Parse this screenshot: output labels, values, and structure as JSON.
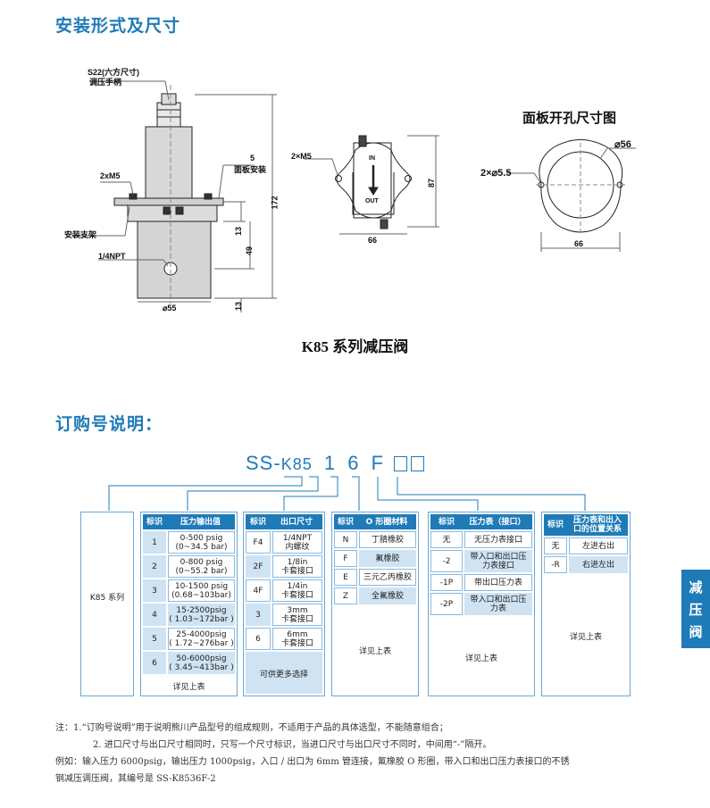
{
  "section1_title": "安装形式及尺寸",
  "section2_title": "订购号说明：",
  "drawing": {
    "s22": "S22(六方尺寸)",
    "handle": "调压手柄",
    "m5_left": "2xM5",
    "panel_mount_5": "5",
    "panel_mount": "面板安装",
    "bracket": "安装支架",
    "npt": "1/4NPT",
    "dim_172": "172",
    "dim_13a": "13",
    "dim_49": "49",
    "dim_13b": "13",
    "dim_55": "⌀55",
    "m5_mid": "2×M5",
    "dim_87": "87",
    "dim_66a": "66",
    "in_label": "IN",
    "out_label": "OUT",
    "panel_title": "面板开孔尺寸图",
    "dia56": "⌀56",
    "dia55": "2×⌀5.5",
    "dim_66b": "66"
  },
  "caption": "K85 系列减压阀",
  "code": {
    "prefix": "SS-",
    "model": "K85",
    "d1": "1",
    "d2": "6",
    "d3": "F"
  },
  "series_box": "K85 系列",
  "pressure": {
    "h1": "标识",
    "h2": "压力输出值",
    "rows": [
      {
        "id": "1",
        "v": "0-500 psig",
        "v2": "(0~34.5 bar)"
      },
      {
        "id": "2",
        "v": "0-800 psig",
        "v2": "(0~55.2 bar)"
      },
      {
        "id": "3",
        "v": "10-1500 psig",
        "v2": "(0.68~103bar)"
      },
      {
        "id": "4",
        "v": "15-2500psig",
        "v2": "( 1.03~172bar )"
      },
      {
        "id": "5",
        "v": "25-4000psig",
        "v2": "( 1.72~276bar )"
      },
      {
        "id": "6",
        "v": "50-6000psig",
        "v2": "( 3.45~413bar )"
      }
    ],
    "foot": "详见上表"
  },
  "port": {
    "h1": "标识",
    "h2": "出口尺寸",
    "rows": [
      {
        "id": "F4",
        "v": "1/4NPT",
        "v2": "内螺纹"
      },
      {
        "id": "2F",
        "v": "1/8in",
        "v2": "卡套接口"
      },
      {
        "id": "4F",
        "v": "1/4in",
        "v2": "卡套接口"
      },
      {
        "id": "3",
        "v": "3mm",
        "v2": "卡套接口"
      },
      {
        "id": "6",
        "v": "6mm",
        "v2": "卡套接口"
      }
    ],
    "foot": "可供更多选择"
  },
  "oring": {
    "h1": "标识",
    "h2": "O 形圈材料",
    "rows": [
      {
        "id": "N",
        "v": "丁腈橡胶"
      },
      {
        "id": "F",
        "v": "氟橡胶"
      },
      {
        "id": "E",
        "v": "三元乙丙橡胶"
      },
      {
        "id": "Z",
        "v": "全氟橡胶"
      }
    ],
    "foot": "详见上表"
  },
  "gauge": {
    "h1": "标识",
    "h2": "压力表（接口）",
    "rows": [
      {
        "id": "无",
        "v": "无压力表接口",
        "v2": ""
      },
      {
        "id": "-2",
        "v": "带入口和出口压",
        "v2": "力表接口"
      },
      {
        "id": "-1P",
        "v": "带出口压力表",
        "v2": ""
      },
      {
        "id": "-2P",
        "v": "带入口和出口压",
        "v2": "力表"
      }
    ],
    "foot": "详见上表"
  },
  "position": {
    "h1": "标识",
    "h2": "压力表和出入",
    "h2b": "口的位置关系",
    "rows": [
      {
        "id": "无",
        "v": "左进右出"
      },
      {
        "id": "-R",
        "v": "右进左出"
      }
    ],
    "foot": "详见上表"
  },
  "side_tab": [
    "减",
    "压",
    "阀"
  ],
  "notes": [
    "注：1.“订购号说明”用于说明熊川产品型号的组成规则，不适用于产品的具体选型，不能随意组合；",
    "2. 进口尺寸与出口尺寸相同时，只写一个尺寸标识，当进口尺寸与出口尺寸不同时，中间用“-”隔开。",
    "例如：输入压力 6000psig，输出压力 1000psig，入口 / 出口为 6mm 管连接，氟橡胶 O 形圈，带入口和出口压力表接口的不锈",
    "钢减压调压阀，其编号是 SS-K8536F-2"
  ]
}
